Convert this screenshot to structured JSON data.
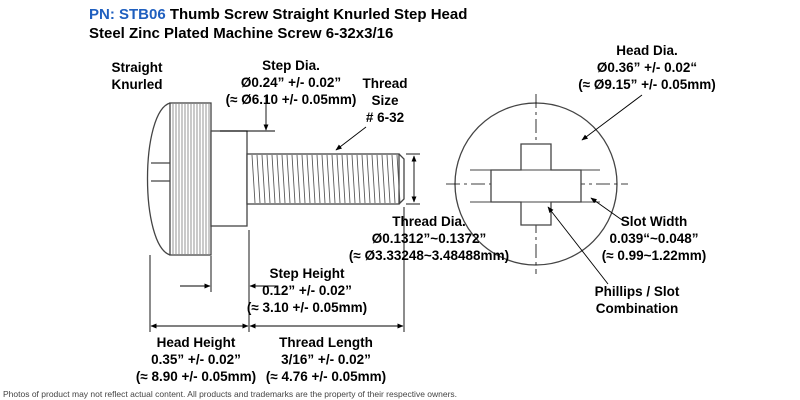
{
  "title": {
    "pn": "PN: STB06",
    "line1_rest": "Thumb Screw Straight Knurled Step Head",
    "line2": "Steel Zinc Plated Machine Screw 6-32x3/16"
  },
  "labels": {
    "knurled": [
      "Straight",
      "Knurled"
    ],
    "step_dia": [
      "Step Dia.",
      "Ø0.24” +/- 0.02”",
      "(≈ Ø6.10 +/- 0.05mm)"
    ],
    "thread_size": [
      "Thread",
      "Size",
      "# 6-32"
    ],
    "head_dia": [
      "Head Dia.",
      "Ø0.36” +/- 0.02“",
      "(≈ Ø9.15” +/- 0.05mm)"
    ],
    "thread_dia": [
      "Thread Dia.",
      "Ø0.1312”~0.1372”",
      "(≈ Ø3.33248~3.48488mm)"
    ],
    "slot_width": [
      "Slot Width",
      "0.039“~0.048”",
      "(≈ 0.99~1.22mm)"
    ],
    "step_height": [
      "Step Height",
      "0.12” +/- 0.02”",
      "(≈ 3.10 +/- 0.05mm)"
    ],
    "phillips": [
      "Phillips / Slot",
      "Combination"
    ],
    "head_height": [
      "Head Height",
      "0.35” +/- 0.02”",
      "(≈ 8.90 +/- 0.05mm)"
    ],
    "thread_length": [
      "Thread Length",
      "3/16” +/- 0.02”",
      "(≈ 4.76 +/- 0.05mm)"
    ]
  },
  "footer": "Photos of product may not reflect actual content. All products and trademarks are the property of their respective owners.",
  "colors": {
    "pn": "#1f5fbf",
    "line": "#000000",
    "part_outline": "#444444"
  }
}
